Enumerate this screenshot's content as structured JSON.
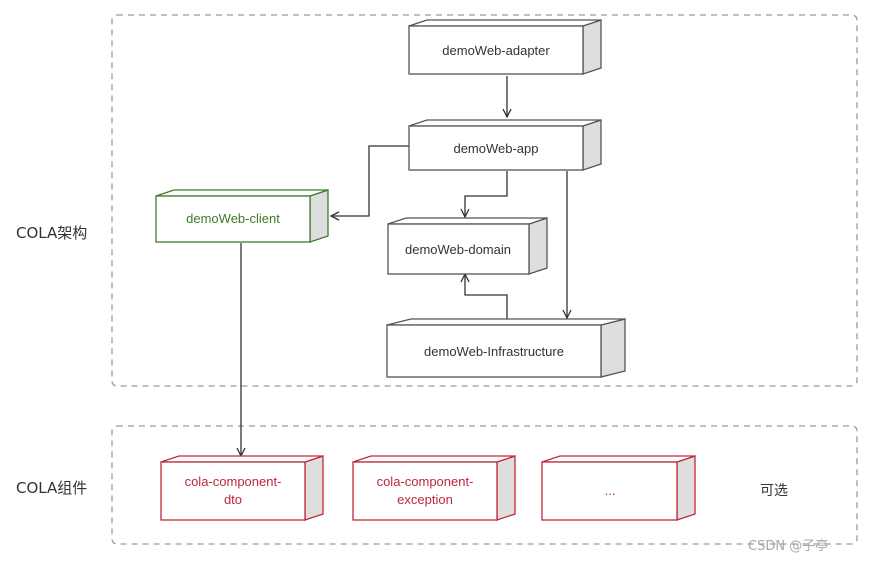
{
  "sections": {
    "architecture_label": "COLA架构",
    "components_label": "COLA组件"
  },
  "nodes": {
    "adapter": "demoWeb-adapter",
    "app": "demoWeb-app",
    "client": "demoWeb-client",
    "domain": "demoWeb-domain",
    "infrastructure": "demoWeb-Infrastructure",
    "dto_line1": "cola-component-",
    "dto_line2": "dto",
    "exception_line1": "cola-component-",
    "exception_line2": "exception",
    "more": "..."
  },
  "optional_label": "可选",
  "watermark": "CSDN @子亭",
  "colors": {
    "box_stroke": "#555555",
    "box_side": "#dedede",
    "client": "#3f7a2a",
    "component": "#c0283a",
    "dashed": "#9a9a9a"
  }
}
